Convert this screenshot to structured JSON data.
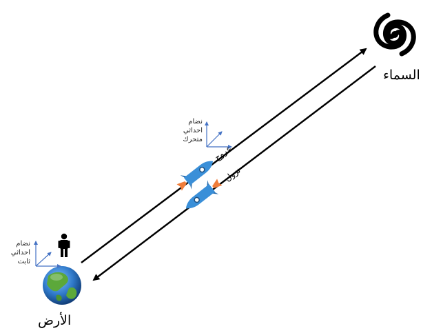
{
  "labels": {
    "sky": "السماء",
    "earth": "الأرض",
    "ascent": "عروج",
    "descent": "نزول"
  },
  "frames": {
    "moving": {
      "line1": "نضام",
      "line2": "احداثي",
      "line3": "متحرك"
    },
    "fixed": {
      "line1": "نضام",
      "line2": "احداثي",
      "line3": "ثابت"
    }
  },
  "colors": {
    "arrow": "#000000",
    "axes": "#4472c4",
    "rocket_body": "#3a8fd8",
    "rocket_flame": "#f07d3a",
    "earth_ocean": "#2f79c9",
    "earth_land": "#5ca83a"
  },
  "icons": {
    "sky": "spiral-galaxy-icon",
    "earth": "globe-icon",
    "person": "person-icon",
    "rocket": "rocket-icon",
    "axes": "coordinate-axes-icon"
  }
}
